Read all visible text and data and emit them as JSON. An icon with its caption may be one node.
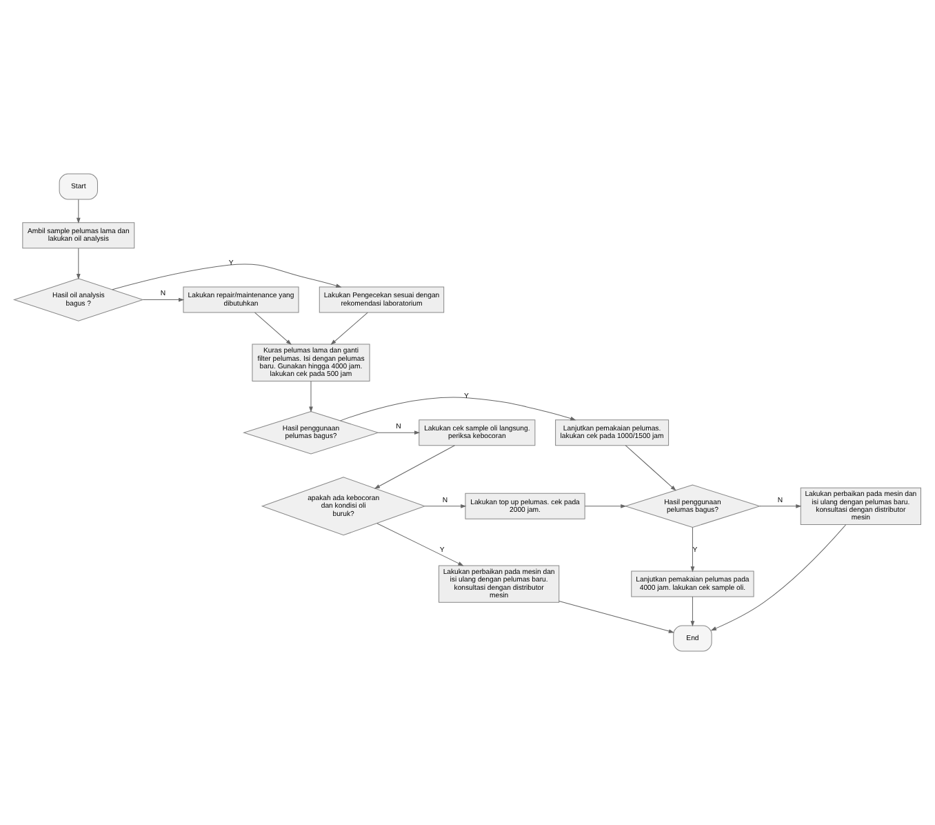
{
  "diagram": {
    "nodes": [
      {
        "text": [
          "Start"
        ]
      },
      {
        "text": [
          "Ambil sample pelumas lama dan lakukan oil analysis"
        ]
      },
      {
        "text": [
          "Hasil oil analysis bagus ?"
        ]
      },
      {
        "text": [
          "Lakukan Pengecekan sesuai dengan rekomendasi laboratorium"
        ]
      },
      {
        "text": [
          "Lakukan repair/maintenance yang dibutuhkan"
        ]
      },
      {
        "text": [
          "Kuras pelumas lama dan ganti filter pelumas. Isi dengan pelumas baru. Gunakan hingga 4000 jam. lakukan cek pada 500 jam"
        ]
      },
      {
        "text": [
          "Hasil penggunaan pelumas bagus?"
        ]
      },
      {
        "text": [
          "Lanjutkan pemakaian pelumas. lakukan cek pada 1000/1500 jam"
        ]
      },
      {
        "text": [
          "Lakukan cek sample oli langsung. periksa kebocoran"
        ]
      },
      {
        "text": [
          "Lakukan perbaikan pada mesin dan isi ulang dengan pelumas baru. konsultasi dengan distributor mesin"
        ]
      },
      {
        "text": [
          "Hasil penggunaan pelumas bagus?"
        ]
      },
      {
        "text": [
          "Lakukan top up pelumas. cek pada 2000 jam."
        ]
      },
      {
        "text": [
          "apakah ada kebocoran dan kondisi oli buruk?"
        ]
      },
      {
        "text": [
          "Lanjutkan pemakaian pelumas pada 4000 jam. lakukan cek sample oli."
        ]
      },
      {
        "text": [
          "Lakukan perbaikan pada mesin dan isi ulang dengan pelumas baru. konsultasi dengan distributor mesin"
        ]
      },
      {
        "text": [
          "End"
        ]
      }
    ],
    "edges": [
      {
        "from": 0,
        "to": 1,
        "arrow": "to"
      },
      {
        "from": 1,
        "to": 2,
        "arrow": "to"
      },
      {
        "from": 2,
        "to": 3,
        "arrow": "to",
        "label": "Y"
      },
      {
        "from": 2,
        "to": 4,
        "arrow": "to",
        "label": "N"
      },
      {
        "from": 3,
        "to": 5,
        "arrow": "to"
      },
      {
        "from": 4,
        "to": 5,
        "arrow": "to"
      },
      {
        "from": 5,
        "to": 6,
        "arrow": "to"
      },
      {
        "from": 6,
        "to": 7,
        "arrow": "to",
        "label": "Y"
      },
      {
        "from": 6,
        "to": 8,
        "arrow": "to",
        "label": "N"
      },
      {
        "from": 7,
        "to": 10,
        "arrow": "to"
      },
      {
        "from": 8,
        "to": 12,
        "arrow": "to"
      },
      {
        "from": 12,
        "to": 11,
        "arrow": "to",
        "label": "N"
      },
      {
        "from": 11,
        "to": 10,
        "arrow": "to"
      },
      {
        "from": 10,
        "to": 9,
        "arrow": "to",
        "label": "N"
      },
      {
        "from": 10,
        "to": 13,
        "arrow": "to",
        "label": "Y"
      },
      {
        "from": 12,
        "to": 14,
        "arrow": "to",
        "label": "Y"
      },
      {
        "from": 9,
        "to": 15,
        "arrow": "to"
      },
      {
        "from": 13,
        "to": 15,
        "arrow": "to"
      },
      {
        "from": 14,
        "to": 15,
        "arrow": "to"
      }
    ]
  }
}
